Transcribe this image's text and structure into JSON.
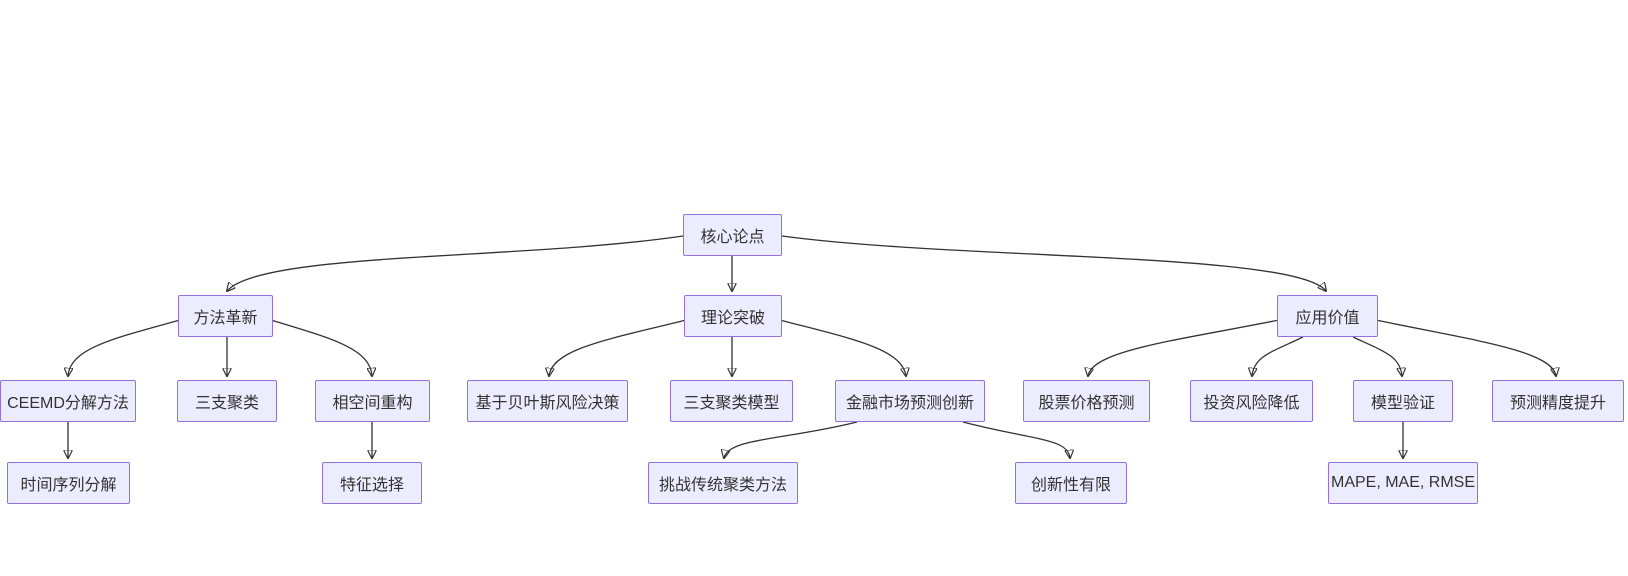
{
  "diagram": {
    "type": "flowchart-top-down",
    "background_color": "#ffffff",
    "node_fill_color": "#ECECFF",
    "node_border_color": "#9370DB",
    "edge_color": "#333333",
    "text_color": "#333333",
    "nodes": [
      {
        "id": "core",
        "label": "核心论点"
      },
      {
        "id": "method",
        "label": "方法革新"
      },
      {
        "id": "theory",
        "label": "理论突破"
      },
      {
        "id": "application",
        "label": "应用价值"
      },
      {
        "id": "ceemd",
        "label": "CEEMD分解方法"
      },
      {
        "id": "threeway",
        "label": "三支聚类"
      },
      {
        "id": "phase",
        "label": "相空间重构"
      },
      {
        "id": "bayes",
        "label": "基于贝叶斯风险决策"
      },
      {
        "id": "twcmodel",
        "label": "三支聚类模型"
      },
      {
        "id": "fininnov",
        "label": "金融市场预测创新"
      },
      {
        "id": "stock",
        "label": "股票价格预测"
      },
      {
        "id": "risk",
        "label": "投资风险降低"
      },
      {
        "id": "validation",
        "label": "模型验证"
      },
      {
        "id": "accuracy",
        "label": "预测精度提升"
      },
      {
        "id": "tsdecomp",
        "label": "时间序列分解"
      },
      {
        "id": "feature",
        "label": "特征选择"
      },
      {
        "id": "challenge",
        "label": "挑战传统聚类方法"
      },
      {
        "id": "limited",
        "label": "创新性有限"
      },
      {
        "id": "metrics",
        "label": "MAPE, MAE, RMSE"
      }
    ],
    "edges": [
      {
        "from": "core",
        "to": "method"
      },
      {
        "from": "core",
        "to": "theory"
      },
      {
        "from": "core",
        "to": "application"
      },
      {
        "from": "method",
        "to": "ceemd"
      },
      {
        "from": "method",
        "to": "threeway"
      },
      {
        "from": "method",
        "to": "phase"
      },
      {
        "from": "theory",
        "to": "bayes"
      },
      {
        "from": "theory",
        "to": "twcmodel"
      },
      {
        "from": "theory",
        "to": "fininnov"
      },
      {
        "from": "application",
        "to": "stock"
      },
      {
        "from": "application",
        "to": "risk"
      },
      {
        "from": "application",
        "to": "validation"
      },
      {
        "from": "application",
        "to": "accuracy"
      },
      {
        "from": "ceemd",
        "to": "tsdecomp"
      },
      {
        "from": "phase",
        "to": "feature"
      },
      {
        "from": "fininnov",
        "to": "challenge"
      },
      {
        "from": "fininnov",
        "to": "limited"
      },
      {
        "from": "validation",
        "to": "metrics"
      }
    ]
  }
}
